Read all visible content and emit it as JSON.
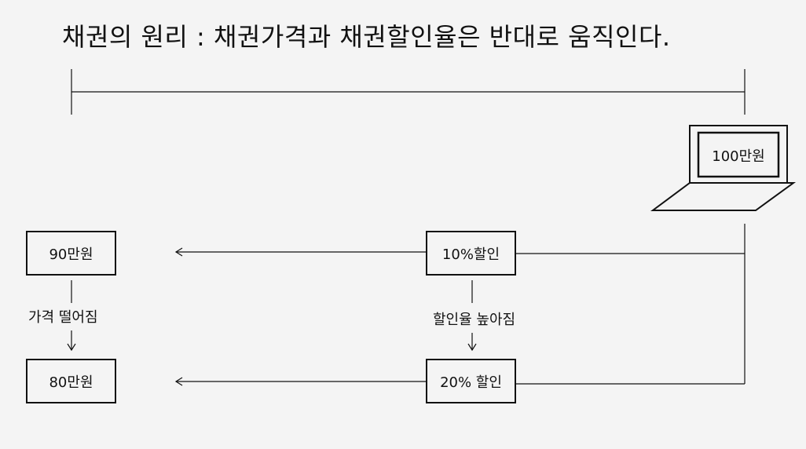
{
  "title": "채권의 원리 : 채권가격과 채권할인율은 반대로 움직인다.",
  "device": {
    "icon": "laptop-icon",
    "face_value": "100만원"
  },
  "prices": {
    "high": "90만원",
    "low": "80만원",
    "change_label": "가격 떨어짐"
  },
  "discounts": {
    "low": "10%할인",
    "high": "20% 할인",
    "change_label": "할인율 높아짐"
  },
  "colors": {
    "background": "#f4f4f4",
    "stroke": "#111111"
  }
}
